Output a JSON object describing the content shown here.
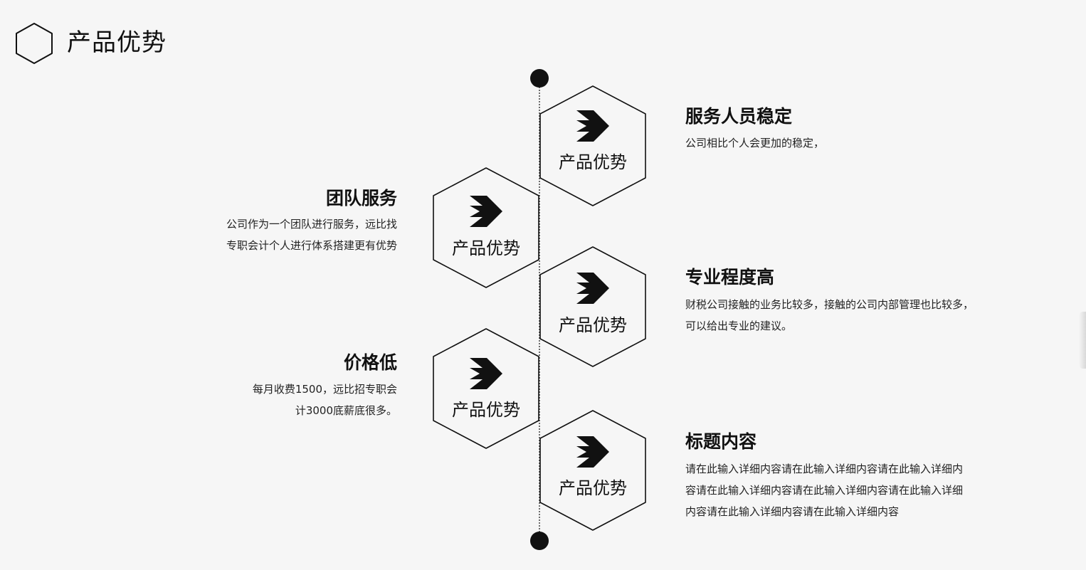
{
  "header": {
    "title": "产品优势",
    "icon": "hexagon-icon"
  },
  "items": [
    {
      "hex_label": "产品优势",
      "title": "服务人员稳定",
      "lines": [
        "公司相比个人会更加的稳定，"
      ]
    },
    {
      "hex_label": "产品优势",
      "title": "团队服务",
      "lines": [
        "公司作为一个团队进行服务，远比找",
        "专职会计个人进行体系搭建更有优势"
      ]
    },
    {
      "hex_label": "产品优势",
      "title": "专业程度高",
      "lines": [
        "财税公司接触的业务比较多，接触的公司内部管理也比较多，",
        "可以给出专业的建议。"
      ]
    },
    {
      "hex_label": "产品优势",
      "title": "价格低",
      "lines": [
        "每月收费1500，远比招专职会",
        "计3000底薪底很多。"
      ]
    },
    {
      "hex_label": "产品优势",
      "title": "标题内容",
      "lines": [
        "请在此输入详细内容请在此输入详细内容请在此输入详细内",
        "容请在此输入详细内容请在此输入详细内容请在此输入详细",
        "内容请在此输入详细内容请在此输入详细内容"
      ]
    }
  ],
  "colors": {
    "background": "#f6f6f6",
    "stroke": "#111111",
    "text": "#111111"
  }
}
